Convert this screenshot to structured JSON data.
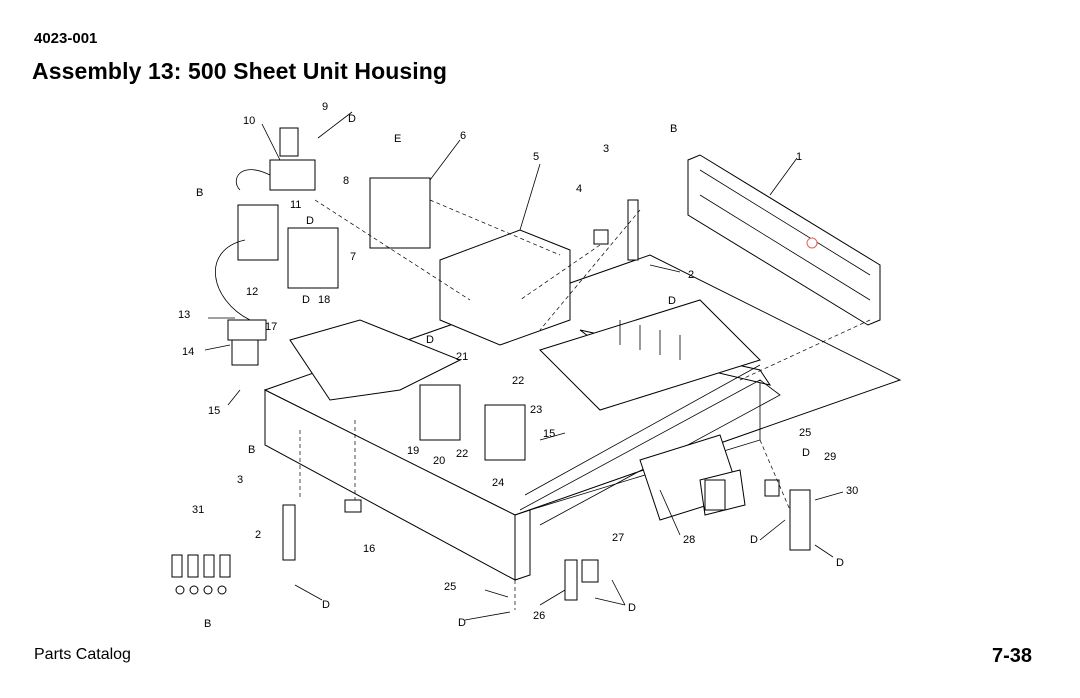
{
  "header": {
    "document_number": "4023-001",
    "title": "Assembly 13:  500 Sheet Unit Housing"
  },
  "footer": {
    "left": "Parts Catalog",
    "right": "7-38"
  },
  "diagram": {
    "labels": [
      "10",
      "9",
      "D",
      "E",
      "6",
      "5",
      "B",
      "3",
      "1",
      "B",
      "11",
      "D",
      "8",
      "4",
      "7",
      "2",
      "D",
      "12",
      "13",
      "D",
      "18",
      "17",
      "14",
      "D",
      "21",
      "22",
      "15",
      "23",
      "15",
      "B",
      "19",
      "20",
      "22",
      "24",
      "25",
      "D",
      "29",
      "3",
      "30",
      "31",
      "2",
      "16",
      "27",
      "28",
      "D",
      "D",
      "25",
      "D",
      "B",
      "D",
      "26",
      "D"
    ]
  }
}
